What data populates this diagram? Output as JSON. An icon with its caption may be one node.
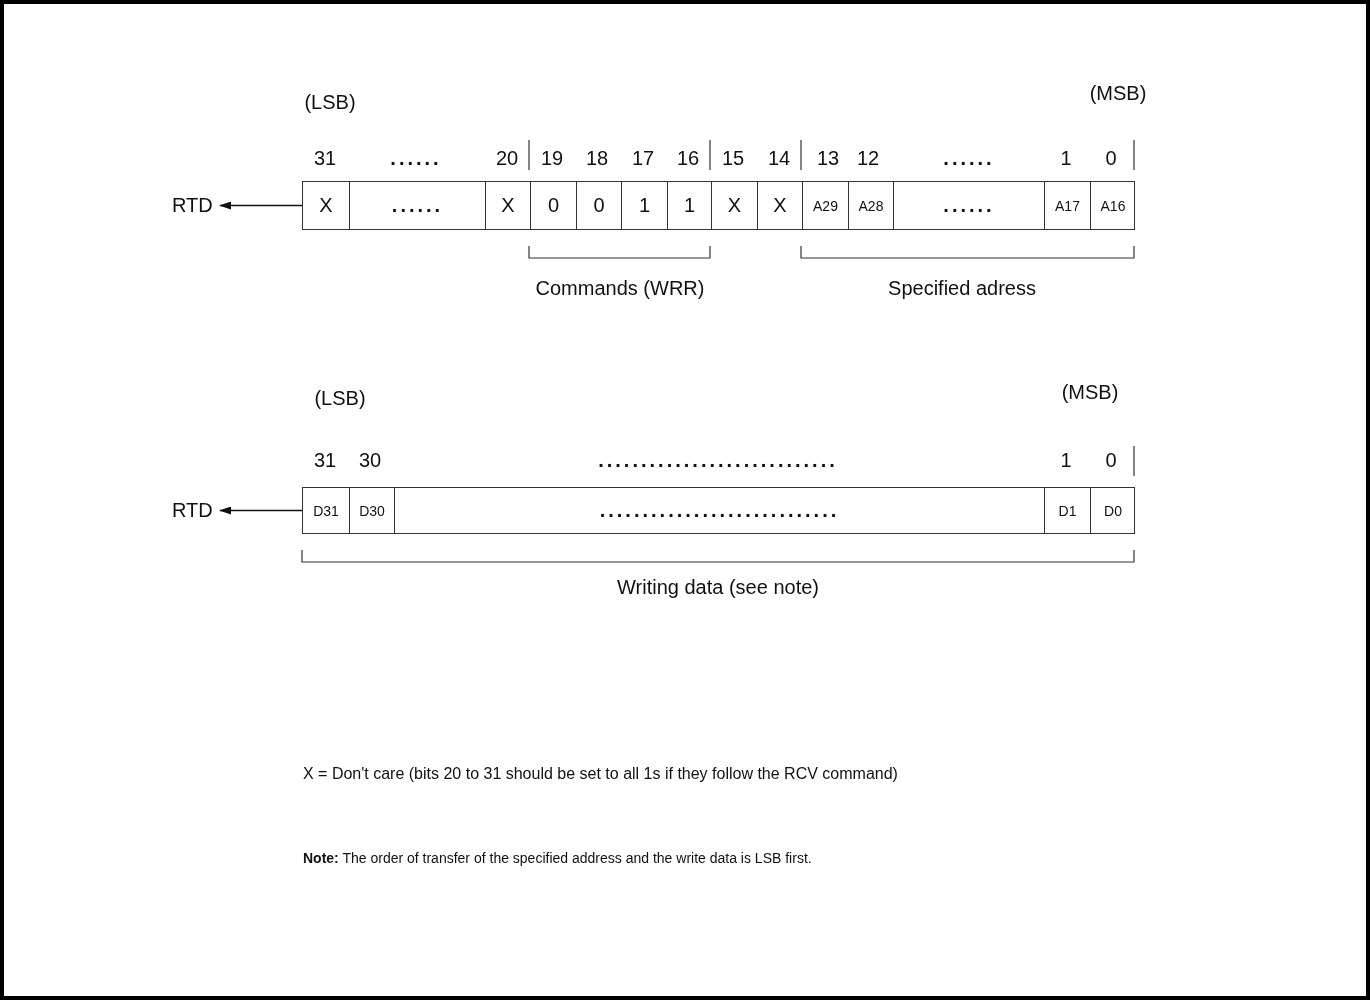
{
  "diagram": {
    "nodes": [
      {
        "text": [
          "RTD"
        ]
      },
      {
        "text": [],
        "shape": "bar"
      },
      {
        "text": [
          "X"
        ],
        "in": 1
      },
      {
        "text": [
          "......"
        ],
        "in": 1
      },
      {
        "text": [
          "X"
        ],
        "in": 1
      },
      {
        "text": [
          "0"
        ],
        "in": 1
      },
      {
        "text": [
          "0"
        ],
        "in": 1
      },
      {
        "text": [
          "1"
        ],
        "in": 1
      },
      {
        "text": [
          "1"
        ],
        "in": 1
      },
      {
        "text": [
          "X"
        ],
        "in": 1
      },
      {
        "text": [
          "X"
        ],
        "in": 1
      },
      {
        "text": [
          "A29"
        ],
        "in": 1
      },
      {
        "text": [
          "A28"
        ],
        "in": 1
      },
      {
        "text": [
          "......"
        ],
        "in": 1
      },
      {
        "text": [
          "A17"
        ],
        "in": 1
      },
      {
        "text": [
          "A16"
        ],
        "in": 1
      },
      {
        "text": [
          "RTD"
        ]
      },
      {
        "text": [],
        "shape": "bar"
      },
      {
        "text": [
          "D31"
        ],
        "in": 17
      },
      {
        "text": [
          "D30"
        ],
        "in": 17
      },
      {
        "text": [
          "............................"
        ],
        "in": 17
      },
      {
        "text": [
          "D1"
        ],
        "in": 17
      },
      {
        "text": [
          "D0"
        ],
        "in": 17
      }
    ],
    "edges": [
      {
        "from": 1,
        "to": 0,
        "arrow": "to"
      },
      {
        "from": 17,
        "to": 16,
        "arrow": "to"
      }
    ],
    "labels": [
      "(LSB)",
      "(MSB)",
      "31",
      "......",
      "20",
      "19",
      "18",
      "17",
      "16",
      "15",
      "14",
      "13",
      "12",
      "......",
      "1",
      "0",
      "Commands (WRR)",
      "Specified adress",
      "(LSB)",
      "(MSB)",
      "31",
      "30",
      "............................",
      "1",
      "0",
      "Writing data (see note)",
      "X = Don't care (bits 20 to 31 should be set to all 1s if they follow the RCV command)",
      "**Note:** The order of transfer of the specified address and the write data is LSB first."
    ]
  }
}
